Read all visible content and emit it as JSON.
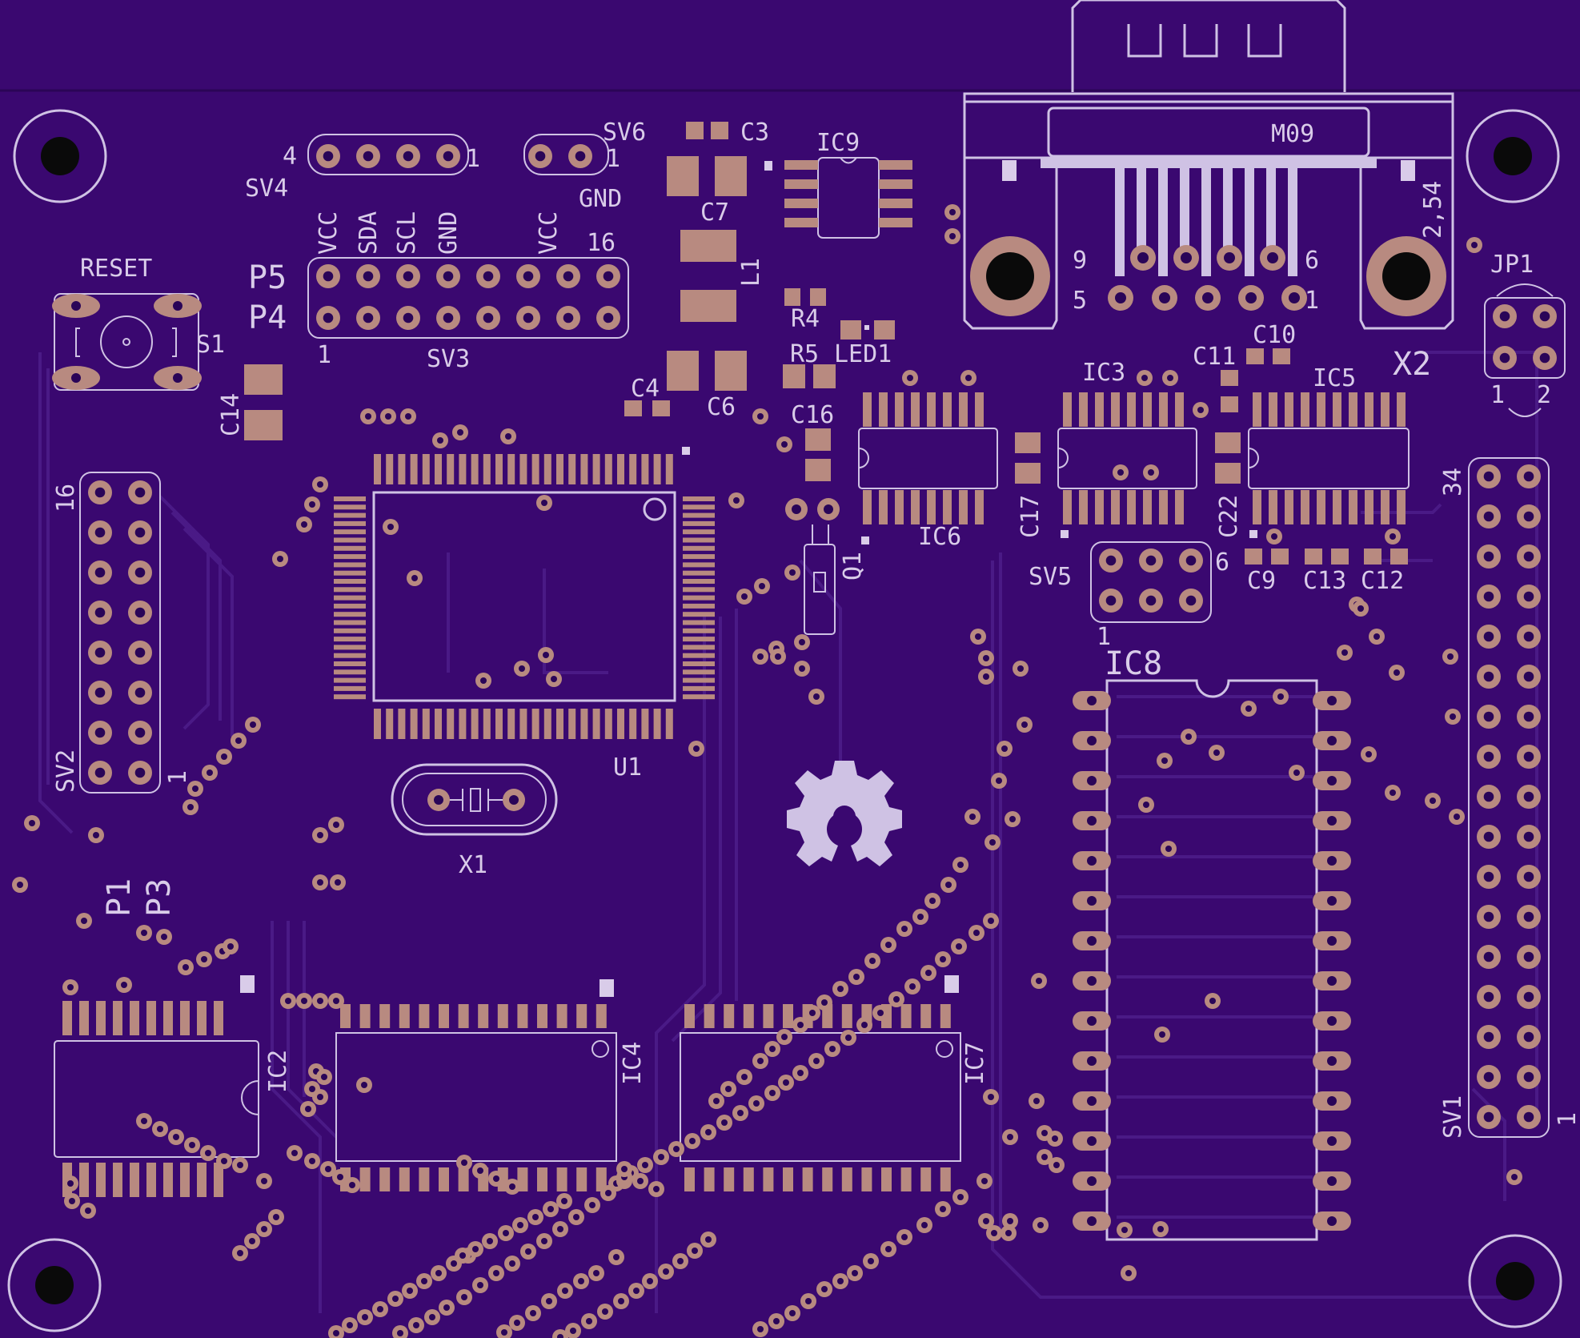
{
  "colors": {
    "board": "#3a0870",
    "trace": "#4a1a86",
    "copper": "#b88a80",
    "silkscreen": "#cfc2e4"
  },
  "labels": {
    "sv6": "SV6",
    "c3": "C3",
    "ic9": "IC9",
    "m09": "M09",
    "sv4": "SV4",
    "sv4_pin4": "4",
    "sv4_pin1": "1",
    "sv6_pin1": "1",
    "vcc_a": "VCC",
    "sda": "SDA",
    "scl": "SCL",
    "gnd_a": "GND",
    "vcc_b": "VCC",
    "gnd_b": "GND",
    "c7": "C7",
    "l1": "L1",
    "p5": "P5",
    "p4": "P4",
    "sv3_pin16": "16",
    "sv3_pin1": "1",
    "sv3": "SV3",
    "reset": "RESET",
    "s1": "S1",
    "c14": "C14",
    "c4": "C4",
    "c6": "C6",
    "r4": "R4",
    "r5": "R5",
    "led1": "LED1",
    "c16": "C16",
    "x2_pitch": "2,54",
    "x2_pin9": "9",
    "x2_pin6": "6",
    "x2_pin5": "5",
    "x2_pin1": "1",
    "x2": "X2",
    "jp1": "JP1",
    "jp1_pin1": "1",
    "jp1_pin2": "2",
    "c10": "C10",
    "c11": "C11",
    "ic3": "IC3",
    "ic5": "IC5",
    "ic6": "IC6",
    "c17": "C17",
    "c22": "C22",
    "q1": "Q1",
    "sv5": "SV5",
    "sv5_pin6": "6",
    "sv5_pin1": "1",
    "c9": "C9",
    "c13": "C13",
    "c12": "C12",
    "sv2": "SV2",
    "sv2_pin16": "16",
    "sv2_pin1": "1",
    "u1": "U1",
    "x1": "X1",
    "ic8": "IC8",
    "sv1": "SV1",
    "sv1_pin34": "34",
    "sv1_pin1": "1",
    "p1": "P1",
    "p3": "P3",
    "ic2": "IC2",
    "ic4": "IC4",
    "ic7": "IC7"
  }
}
